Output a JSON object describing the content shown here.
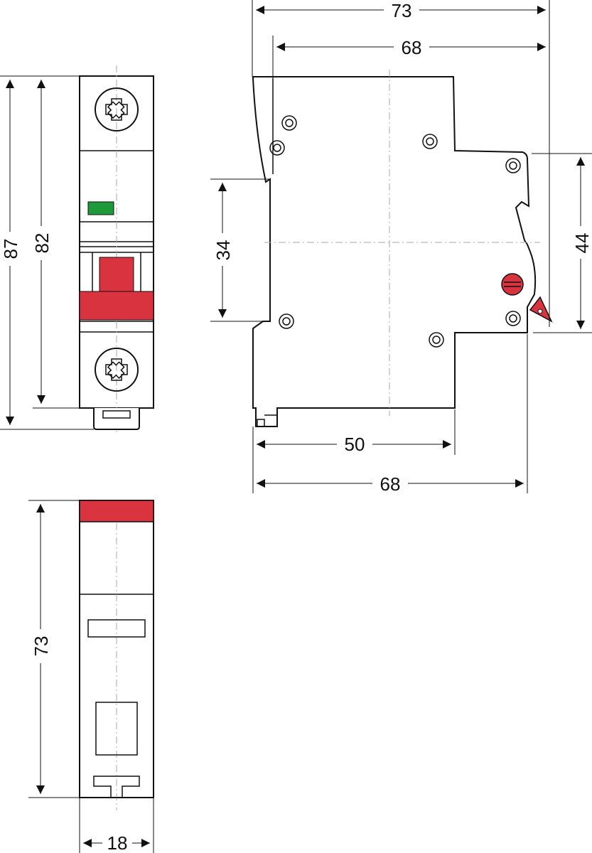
{
  "colors": {
    "lever_red": "#d93340",
    "indicator_green": "#1e9a3a",
    "line": "#111111"
  },
  "front_view": {
    "height_total_label": "87",
    "height_body_label": "82"
  },
  "side_view": {
    "width_top_label": "73",
    "width_second_label": "68",
    "rail_height_label": "34",
    "right_height_label": "44",
    "bottom_inner_label": "50",
    "bottom_outer_label": "68"
  },
  "top_view": {
    "depth_label": "73",
    "module_width_label": "18"
  },
  "icons": [
    "terminal-screw-icon",
    "indicator-window-icon",
    "toggle-lever-icon",
    "rivet-icon"
  ]
}
